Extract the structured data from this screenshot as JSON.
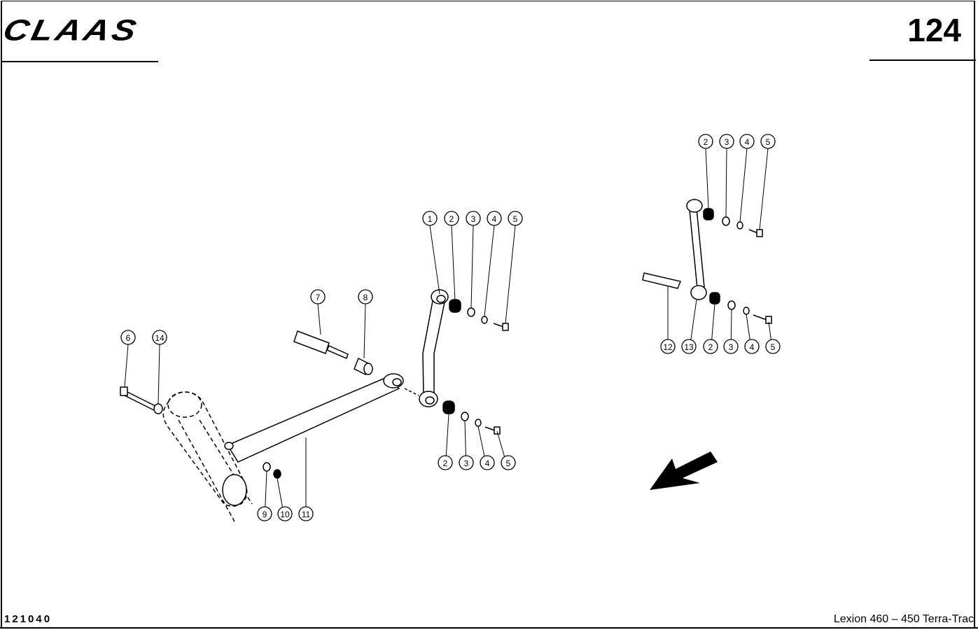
{
  "header": {
    "brand": "CLAAS",
    "page_number": "124"
  },
  "footer": {
    "drawing_number": "121040",
    "model": "Lexion 460 – 450 Terra-Trac"
  },
  "callouts": [
    "1",
    "2",
    "3",
    "4",
    "5",
    "7",
    "8",
    "6",
    "14",
    "2",
    "3",
    "4",
    "5",
    "9",
    "10",
    "11",
    "2",
    "3",
    "4",
    "5",
    "12",
    "13",
    "2",
    "3",
    "4",
    "5"
  ]
}
